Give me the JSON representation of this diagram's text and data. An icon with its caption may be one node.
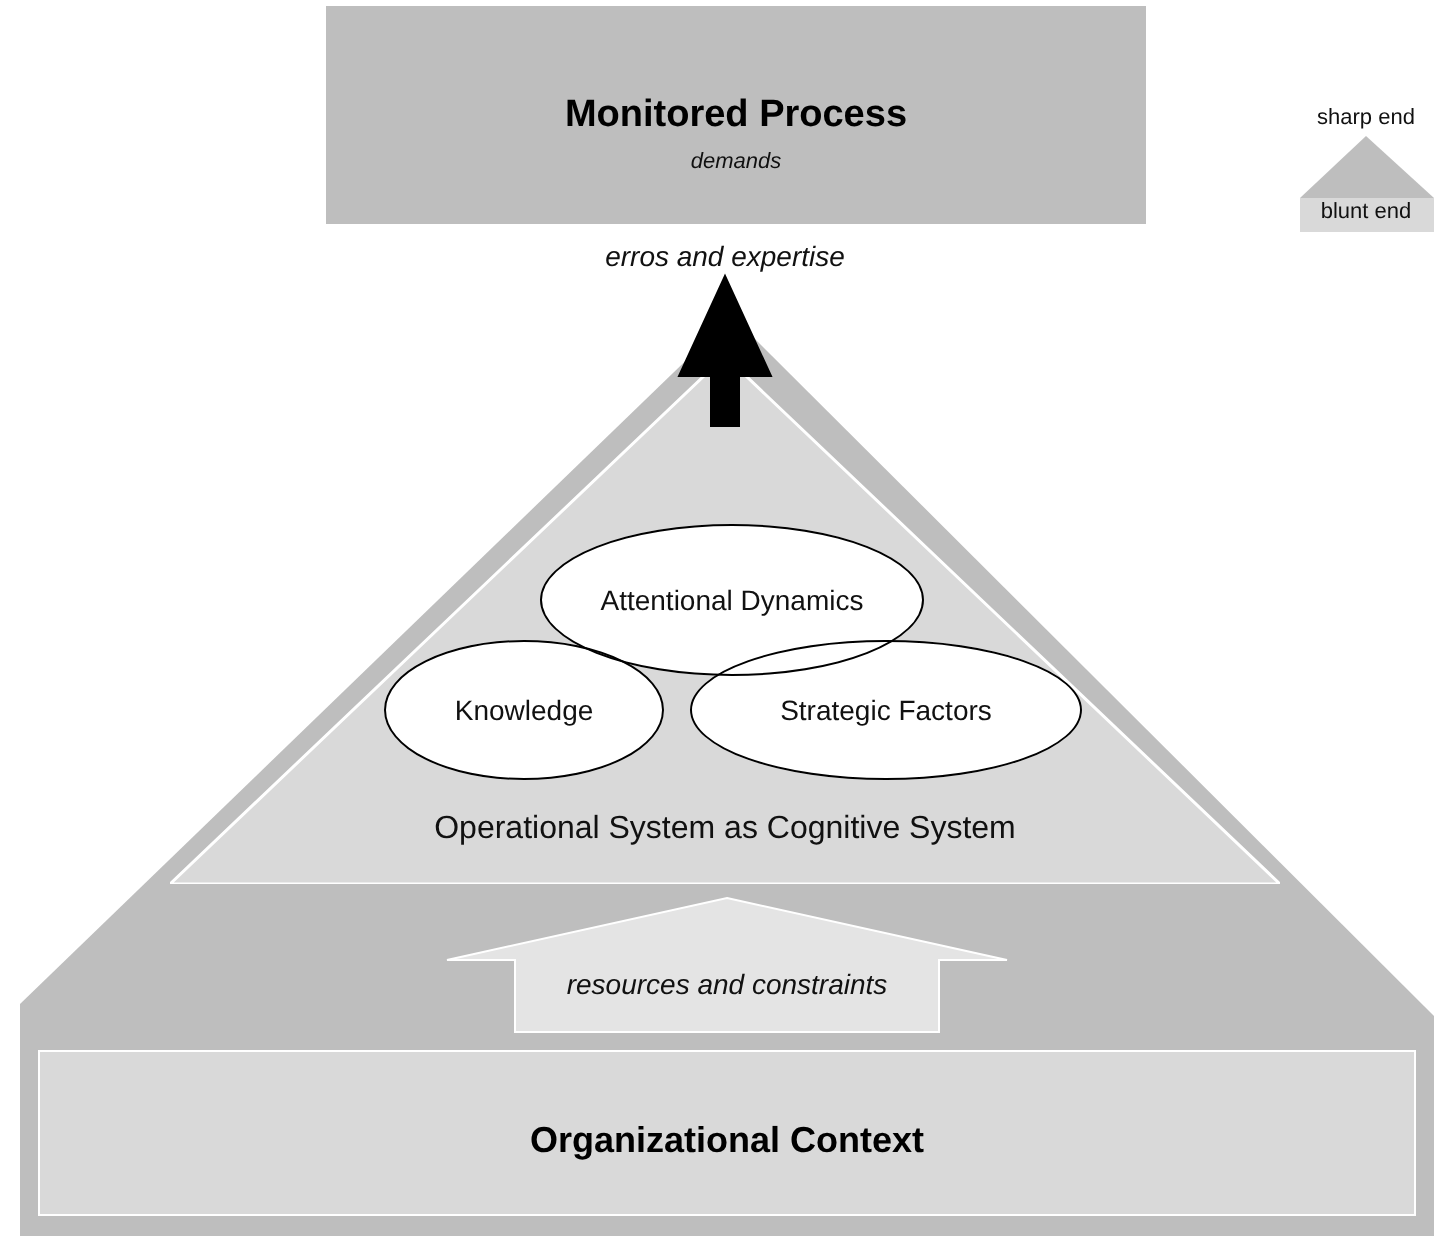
{
  "diagram": {
    "nodes": [
      {
        "text": [
          "Monitored Process",
          "demands"
        ]
      },
      {
        "text": [
          "Operational System as Cognitive System"
        ]
      },
      {
        "text": [
          "Attentional Dynamics"
        ],
        "in": 1
      },
      {
        "text": [
          "Knowledge"
        ],
        "in": 1
      },
      {
        "text": [
          "Strategic Factors"
        ],
        "in": 1
      },
      {
        "text": [
          "Organizational Context"
        ]
      }
    ],
    "edges": [
      {
        "from": 1,
        "to": 0,
        "arrow": "to",
        "label": "erros and expertise",
        "style": "thick",
        "color": "#000000"
      },
      {
        "from": 5,
        "to": 1,
        "arrow": "to",
        "label": "resources and constraints",
        "style": "thick"
      }
    ],
    "labels": [
      "sharp end",
      "blunt end"
    ]
  }
}
